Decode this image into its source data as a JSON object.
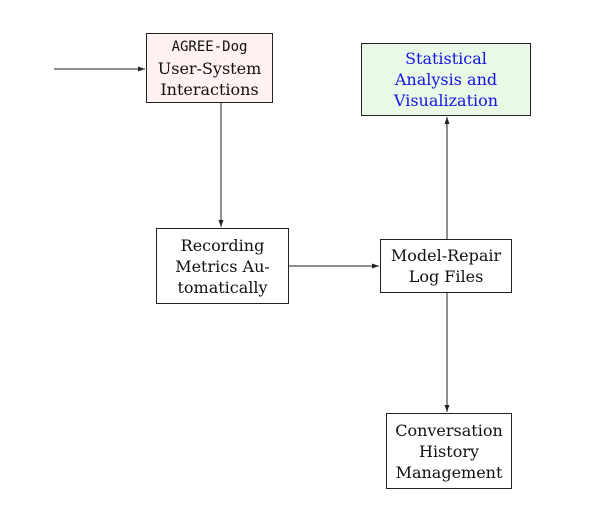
{
  "colors": {
    "interactions_fill": "#fdf1f1",
    "analysis_fill": "#e9f9e6",
    "analysis_text": "#1414e6",
    "stroke": "#222222"
  },
  "nodes": {
    "interactions": {
      "line1": "AGREE-Dog",
      "line2": "User-System",
      "line3": "Interactions"
    },
    "analysis": {
      "line1": "Statistical",
      "line2": "Analysis and",
      "line3": "Visualization"
    },
    "recording": {
      "line1": "Recording",
      "line2": "Metrics Au-",
      "line3": "tomatically"
    },
    "repair": {
      "line1": "Model-Repair",
      "line2": "Log Files"
    },
    "history": {
      "line1": "Conversation",
      "line2": "History",
      "line3": "Management"
    }
  }
}
